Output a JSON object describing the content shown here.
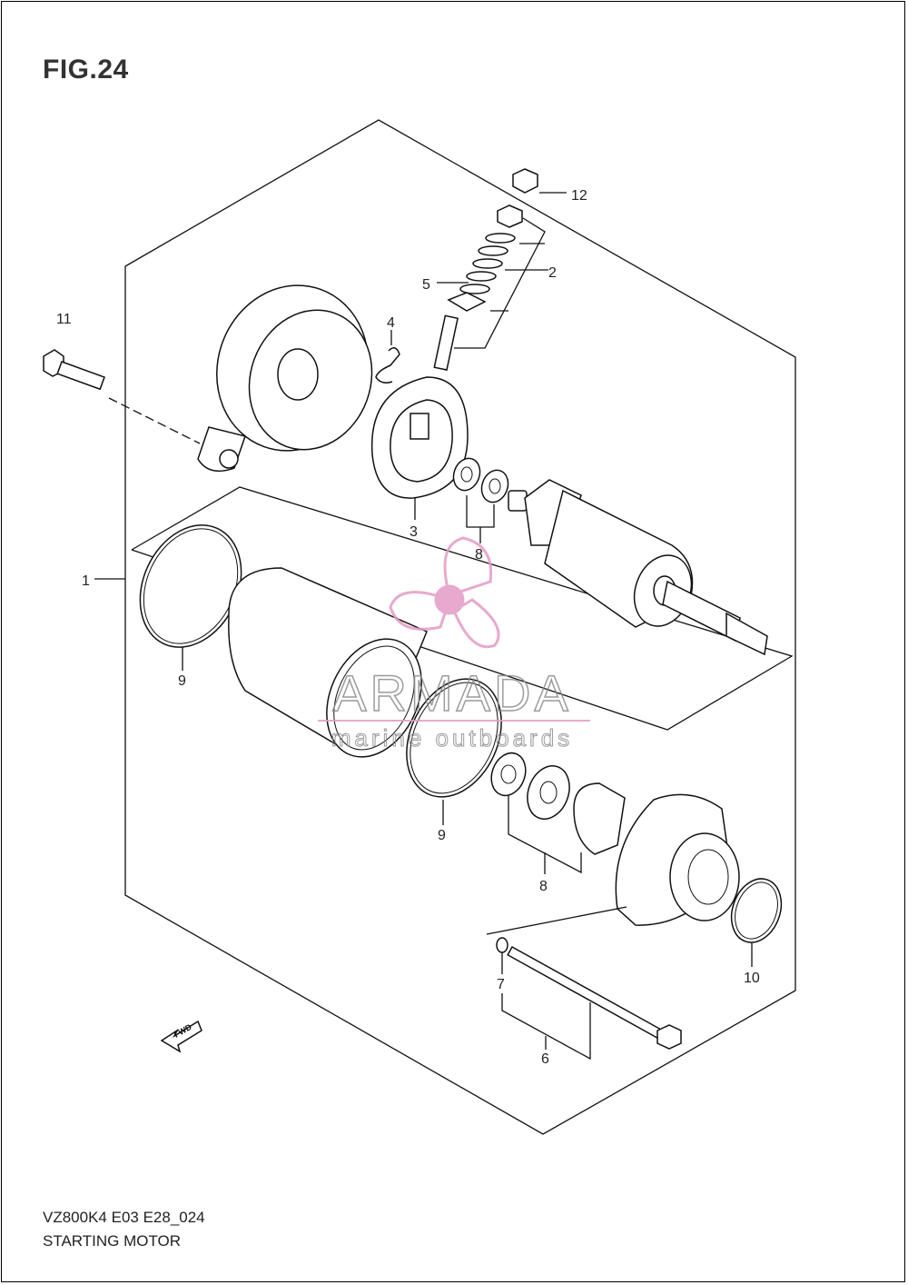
{
  "figure": {
    "title": "FIG.24",
    "model_code": "VZ800K4 E03 E28_024",
    "section_name": "STARTING MOTOR"
  },
  "callouts": [
    "1",
    "2",
    "3",
    "4",
    "5",
    "6",
    "7",
    "8",
    "8",
    "9",
    "9",
    "10",
    "11",
    "12"
  ],
  "watermark": {
    "brand": "ARMADA",
    "tagline": "marine outboards",
    "color": "#e49bc6"
  },
  "fwd_marker": "FWD"
}
